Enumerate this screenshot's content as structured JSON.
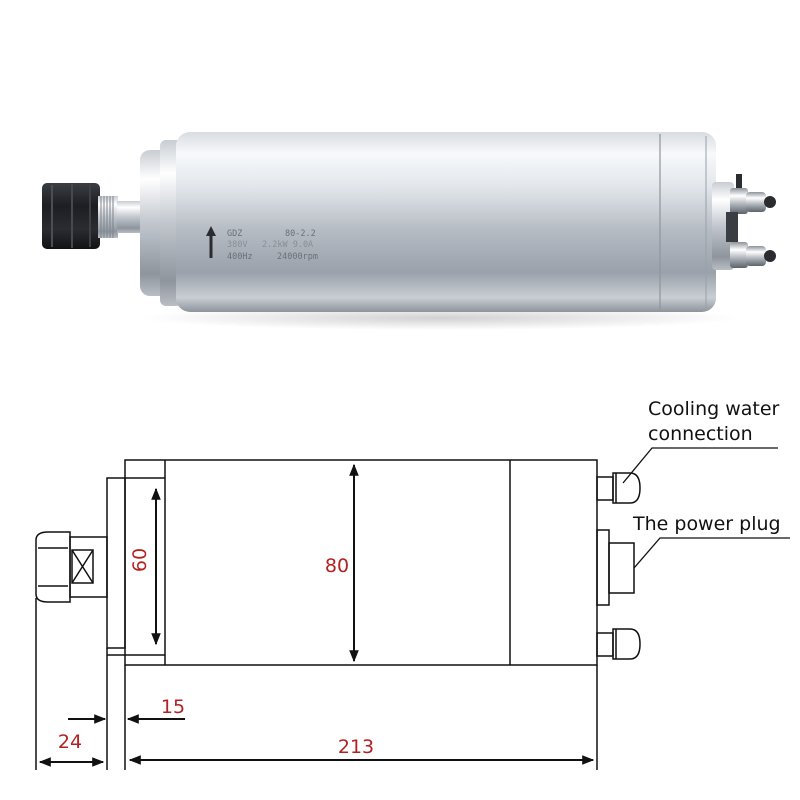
{
  "photo": {
    "engraving": {
      "model": "GDZ",
      "model_code": "80-2.2",
      "voltage": "380V",
      "power_current": "2.2kW  9.0A",
      "frequency": "400Hz",
      "speed": "24000rpm"
    }
  },
  "drawing": {
    "labels": {
      "cooling_line1": "Cooling water",
      "cooling_line2": "connection",
      "power_plug": "The power plug"
    },
    "dimensions": {
      "inner_diameter": "60",
      "outer_diameter": "80",
      "collar_width": "15",
      "nose_length": "24",
      "body_length": "213"
    }
  },
  "colors": {
    "line": "#111111",
    "dimension_text": "#b22222",
    "metal_light": "#f4f6f8",
    "metal_dark": "#8a9099"
  }
}
